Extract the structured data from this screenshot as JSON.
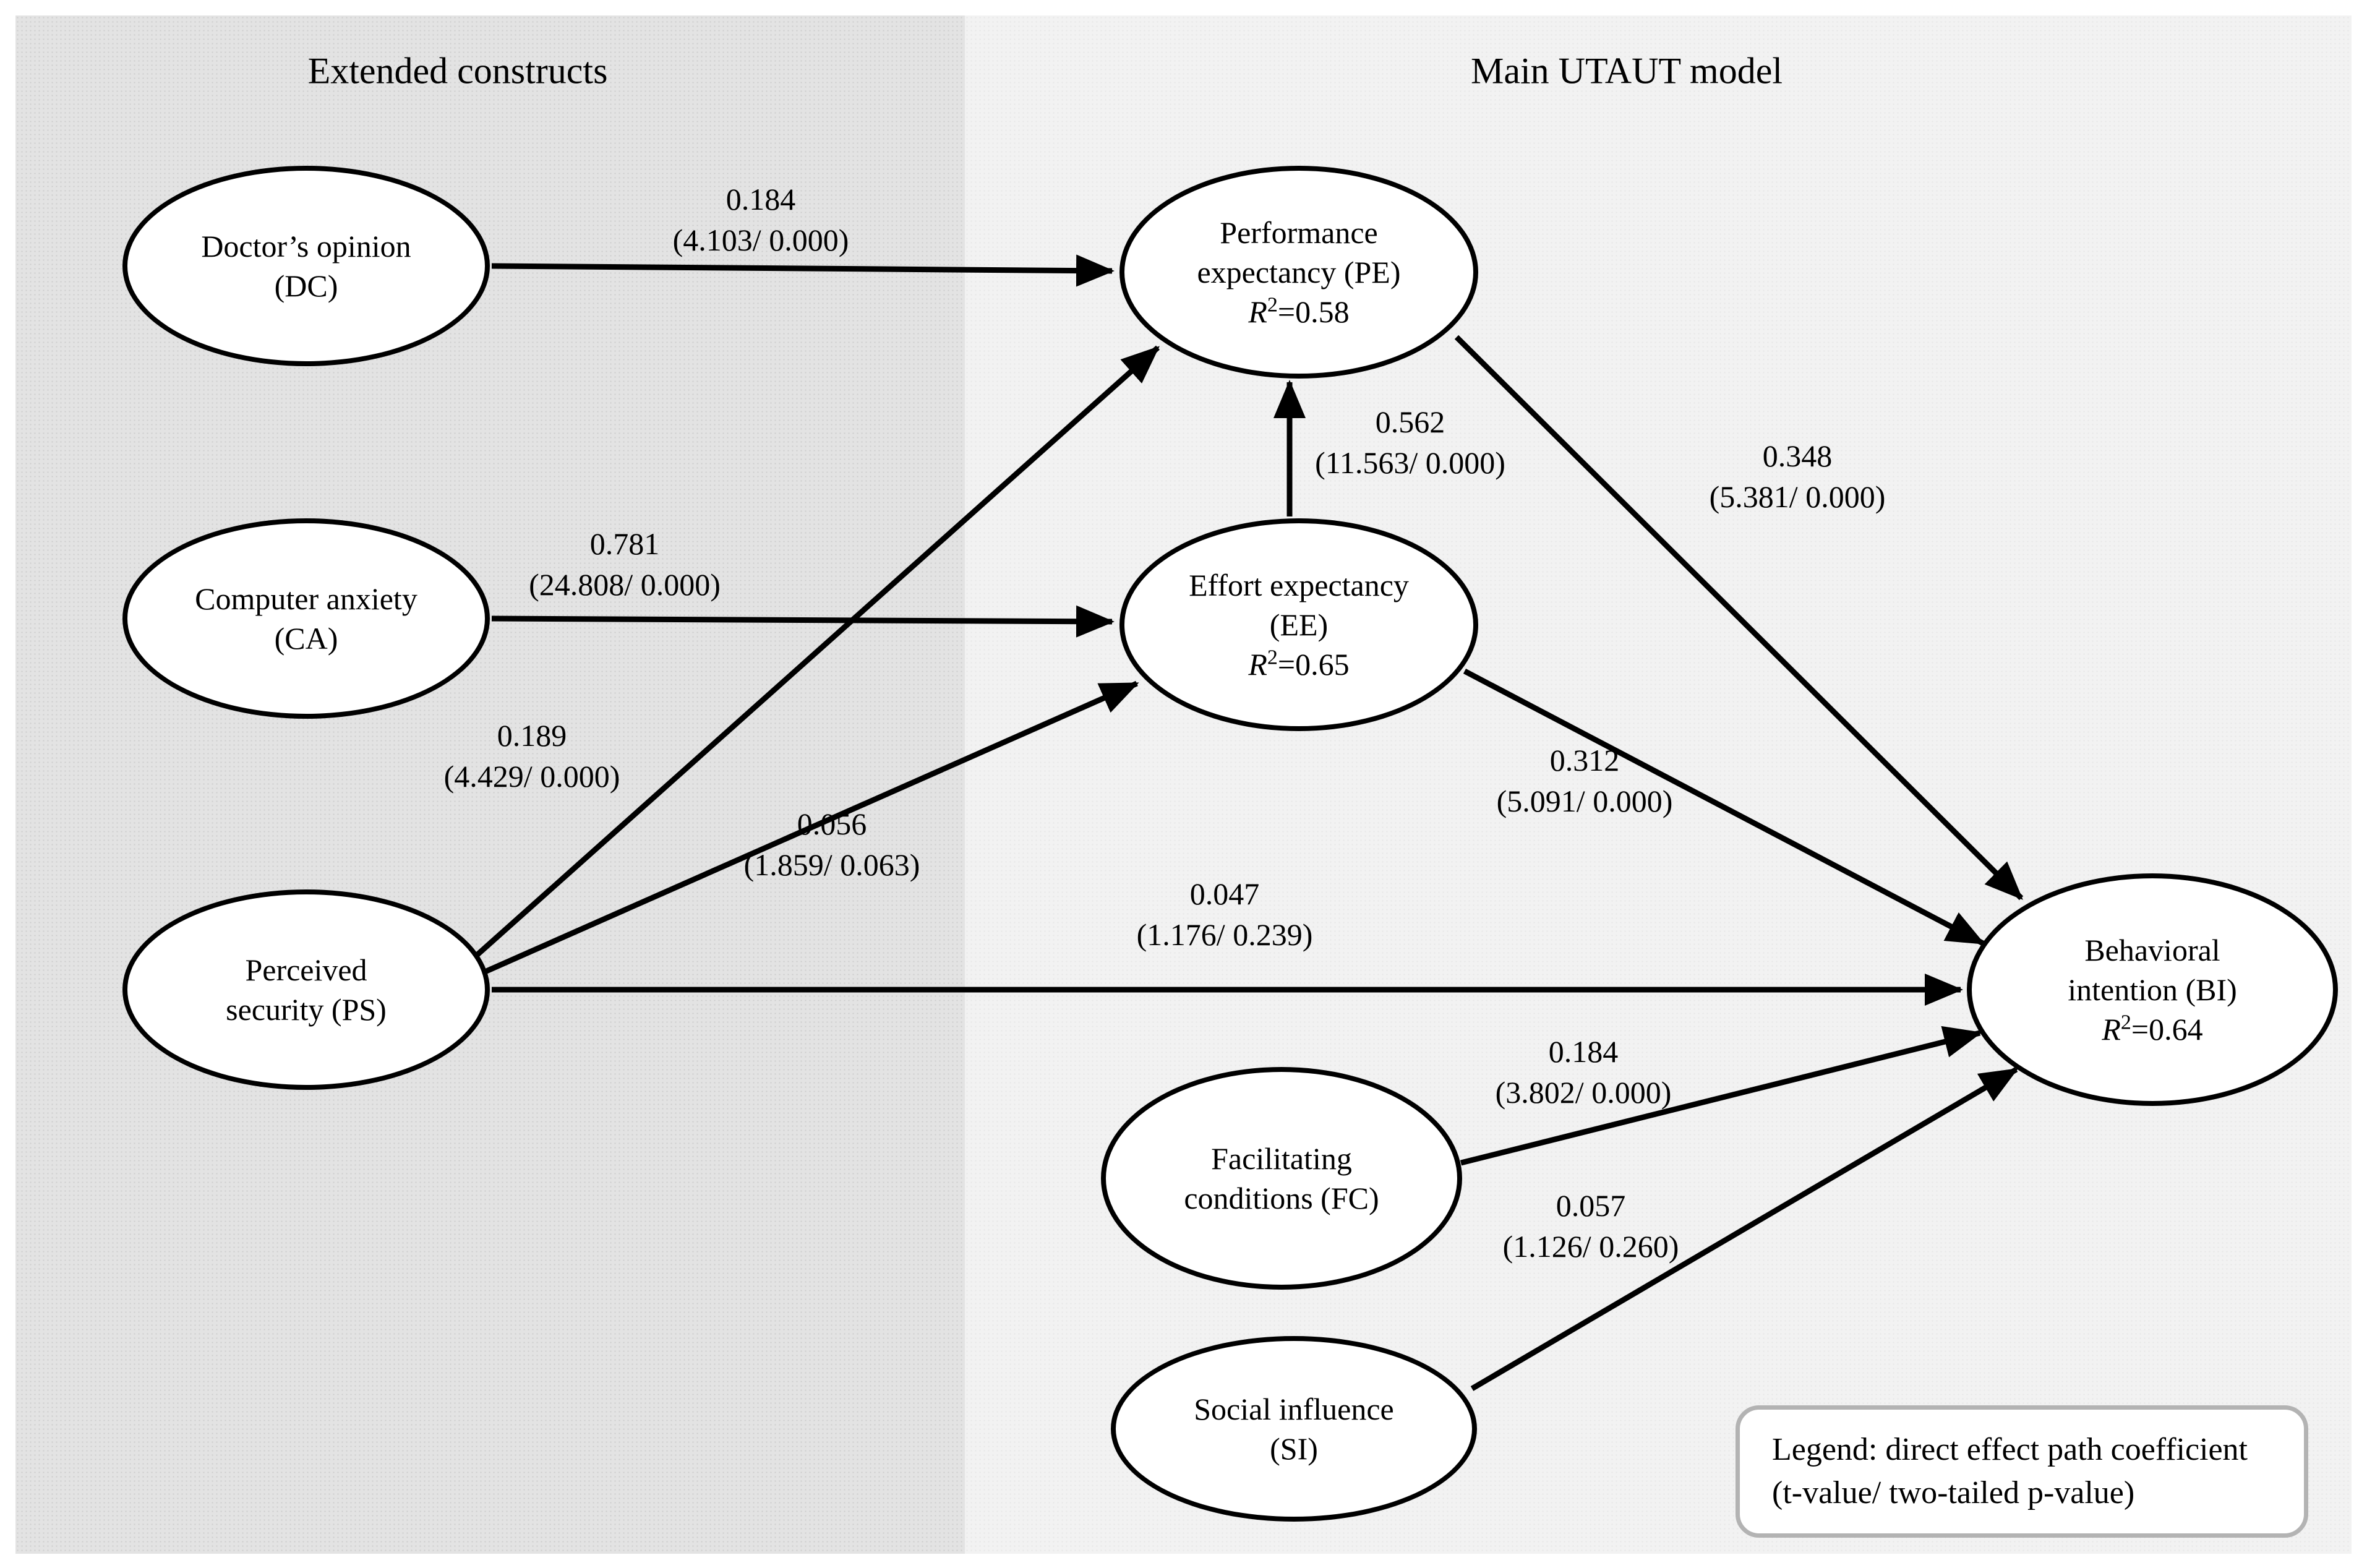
{
  "titles": {
    "left": "Extended constructs",
    "right": "Main UTAUT model"
  },
  "nodes": {
    "dc": {
      "line1": "Doctor’s opinion",
      "line2": "(DC)"
    },
    "ca": {
      "line1": "Computer anxiety",
      "line2": "(CA)"
    },
    "ps": {
      "line1": "Perceived",
      "line2": "security (PS)"
    },
    "pe": {
      "line1": "Performance",
      "line2": "expectancy (PE)",
      "r2_var": "R",
      "r2_sup": "2",
      "r2_eq": "=0.58"
    },
    "ee": {
      "line1": "Effort expectancy",
      "line2": "(EE)",
      "r2_var": "R",
      "r2_sup": "2",
      "r2_eq": "=0.65"
    },
    "fc": {
      "line1": "Facilitating",
      "line2": "conditions (FC)"
    },
    "si": {
      "line1": "Social influence",
      "line2": "(SI)"
    },
    "bi": {
      "line1": "Behavioral",
      "line2": "intention (BI)",
      "r2_var": "R",
      "r2_sup": "2",
      "r2_eq": "=0.64"
    }
  },
  "edges": {
    "dc_pe": {
      "coef": "0.184",
      "stat": "(4.103/ 0.000)"
    },
    "ca_ee": {
      "coef": "0.781",
      "stat": "(24.808/ 0.000)"
    },
    "ps_pe": {
      "coef": "0.189",
      "stat": "(4.429/ 0.000)"
    },
    "ps_ee": {
      "coef": "0.056",
      "stat": "(1.859/ 0.063)"
    },
    "ps_bi": {
      "coef": "0.047",
      "stat": "(1.176/ 0.239)"
    },
    "ee_pe": {
      "coef": "0.562",
      "stat": "(11.563/ 0.000)"
    },
    "pe_bi": {
      "coef": "0.348",
      "stat": "(5.381/ 0.000)"
    },
    "ee_bi": {
      "coef": "0.312",
      "stat": "(5.091/ 0.000)"
    },
    "fc_bi": {
      "coef": "0.184",
      "stat": "(3.802/ 0.000)"
    },
    "si_bi": {
      "coef": "0.057",
      "stat": "(1.126/ 0.260)"
    }
  },
  "legend": {
    "line1": "Legend: direct effect path coefficient",
    "line2": "(t-value/ two-tailed p-value)"
  }
}
